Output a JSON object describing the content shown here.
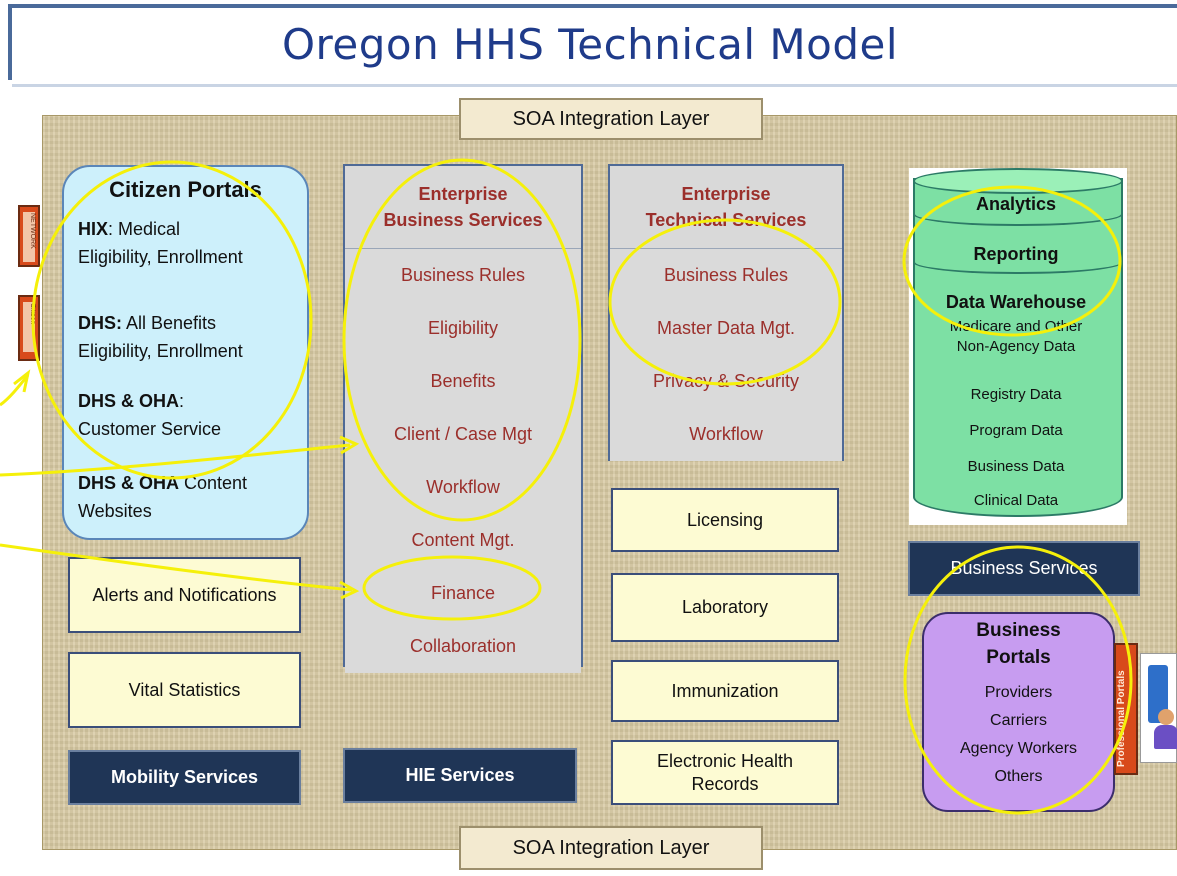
{
  "title": "Oregon HHS Technical Model",
  "soa_top": "SOA Integration Layer",
  "soa_bottom": "SOA Integration Layer",
  "citizen_portals": {
    "title": "Citizen Portals",
    "items": [
      {
        "bold": "HIX",
        "rest_line1": ":  Medical",
        "line2": "Eligibility, Enrollment"
      },
      {
        "bold": "DHS:",
        "rest_line1": "  All Benefits",
        "line2": "Eligibility, Enrollment"
      },
      {
        "bold": "DHS & OHA",
        "rest_line1": ":",
        "line2": "Customer Service"
      },
      {
        "bold": "DHS & OHA",
        "rest_line1": " Content",
        "line2": "Websites"
      }
    ]
  },
  "left_boxes": {
    "alerts": "Alerts and Notifications",
    "vital": "Vital Statistics",
    "mobility": "Mobility Services"
  },
  "enterprise_business": {
    "title_line1": "Enterprise",
    "title_line2": "Business Services",
    "items": [
      "Business Rules",
      "Eligibility",
      "Benefits",
      "Client / Case Mgt",
      "Workflow",
      "Content Mgt.",
      "Finance",
      "Collaboration"
    ]
  },
  "hie_services": "HIE Services",
  "enterprise_technical": {
    "title_line1": "Enterprise",
    "title_line2": "Technical Services",
    "items": [
      "Business Rules",
      "Master Data Mgt.",
      "Privacy & Security",
      "Workflow"
    ]
  },
  "tech_boxes": {
    "licensing": "Licensing",
    "laboratory": "Laboratory",
    "immunization": "Immunization",
    "ehr_line1": "Electronic Health",
    "ehr_line2": "Records"
  },
  "data_warehouse": {
    "analytics": "Analytics",
    "reporting": "Reporting",
    "title": "Data Warehouse",
    "items_line1": "Medicare and Other",
    "items_line2": "Non-Agency Data",
    "registry": "Registry Data",
    "program": "Program Data",
    "business": "Business Data",
    "clinical": "Clinical Data"
  },
  "business_services": "Business Services",
  "business_portals": {
    "title_line1": "Business",
    "title_line2": "Portals",
    "items": [
      "Providers",
      "Carriers",
      "Agency Workers",
      "Others"
    ]
  },
  "book_labels": {
    "left_top": "NETWORK",
    "left_mid": "Citizen",
    "right": "Professional Portals"
  },
  "colors": {
    "title": "#1f3b8a",
    "highlight": "#f5f00a",
    "navy": "#1f3556",
    "text_red": "#9b2f2b"
  }
}
